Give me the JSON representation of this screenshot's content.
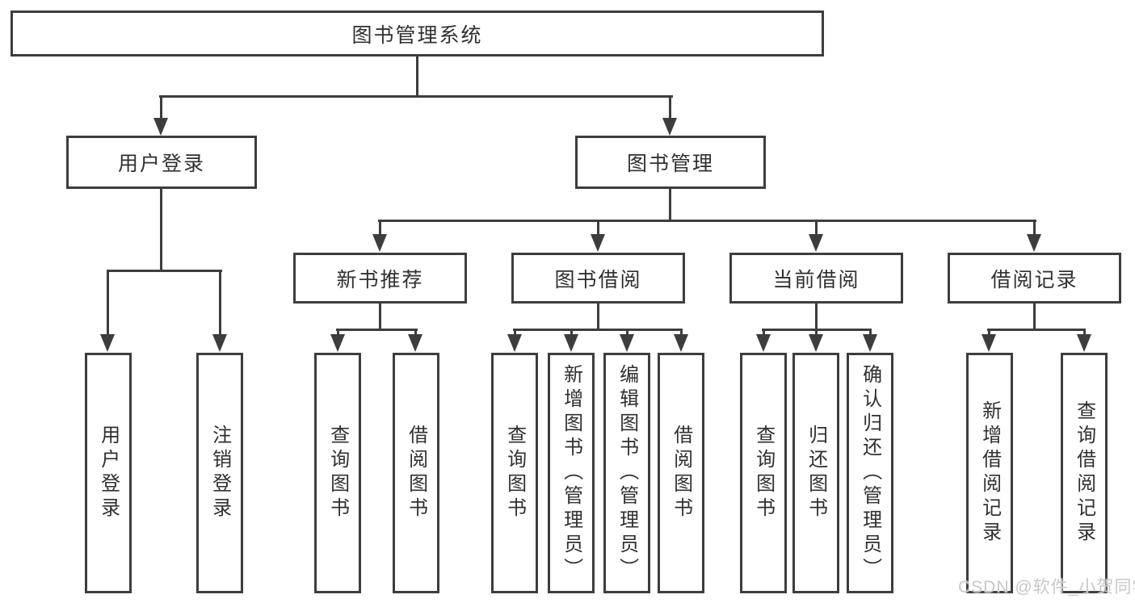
{
  "tree": {
    "label": "图书管理系统",
    "children": [
      {
        "label": "用户登录",
        "children": [
          {
            "label": "用户登录"
          },
          {
            "label": "注销登录"
          }
        ]
      },
      {
        "label": "图书管理",
        "children": [
          {
            "label": "新书推荐",
            "children": [
              {
                "label": "查询图书"
              },
              {
                "label": "借阅图书"
              }
            ]
          },
          {
            "label": "图书借阅",
            "children": [
              {
                "label": "查询图书"
              },
              {
                "label": "新增图书（管理员）"
              },
              {
                "label": "编辑图书（管理员）"
              },
              {
                "label": "借阅图书"
              }
            ]
          },
          {
            "label": "当前借阅",
            "children": [
              {
                "label": "查询图书"
              },
              {
                "label": "归还图书"
              },
              {
                "label": "确认归还（管理员）"
              }
            ]
          },
          {
            "label": "借阅记录",
            "children": [
              {
                "label": "新增借阅记录"
              },
              {
                "label": "查询借阅记录"
              }
            ]
          }
        ]
      }
    ]
  },
  "watermark": {
    "text": "CSDN @软件_小贺同学"
  },
  "colors": {
    "line": "#3d3d3d",
    "text": "#303030",
    "watermark": "#c8c8c8",
    "background": "#ffffff"
  }
}
